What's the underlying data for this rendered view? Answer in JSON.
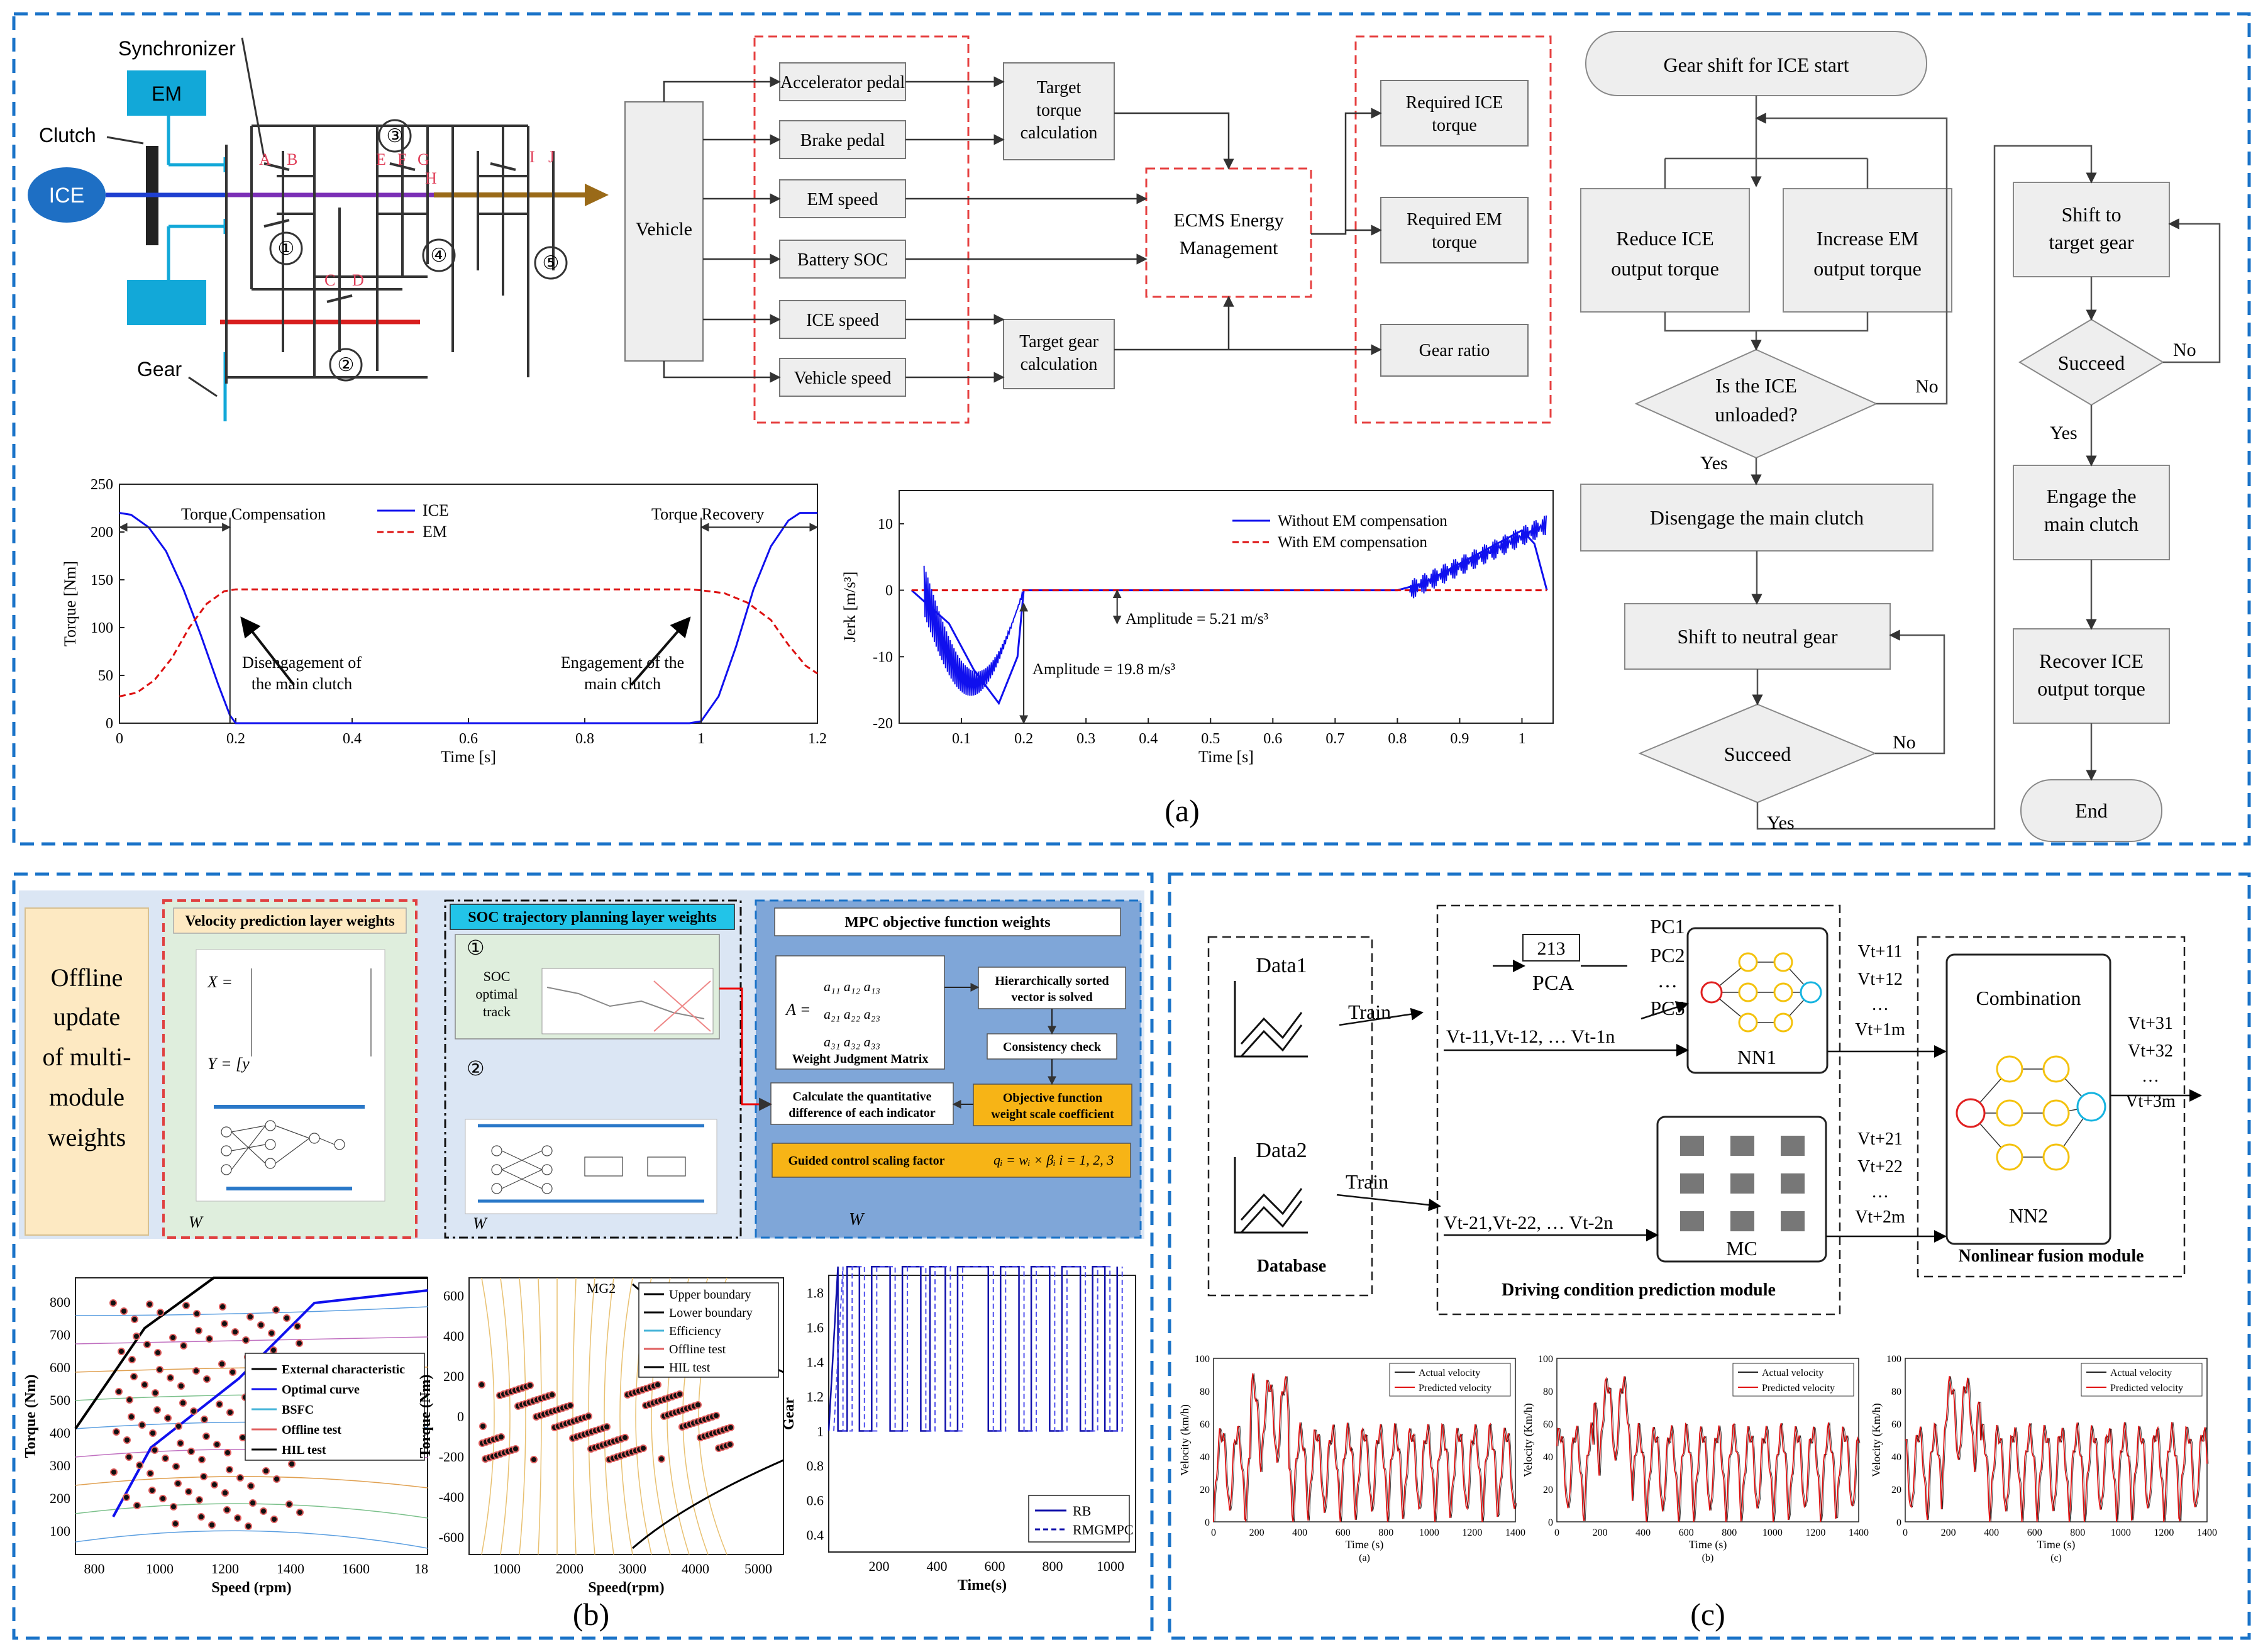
{
  "panel_a": {
    "label": "(a)",
    "powertrain": {
      "ice": "ICE",
      "em": "EM",
      "clutch": "Clutch",
      "synchronizer": "Synchronizer",
      "gear": "Gear",
      "sync_letters": [
        "A",
        "B",
        "C",
        "D",
        "E",
        "F",
        "G",
        "H",
        "I",
        "J"
      ],
      "gear_nums": [
        "①",
        "②",
        "③",
        "④",
        "⑤"
      ]
    },
    "ecms": {
      "vehicle": "Vehicle",
      "inputs": [
        "Accelerator pedal",
        "Brake pedal",
        "EM speed",
        "Battery SOC",
        "ICE speed",
        "Vehicle speed"
      ],
      "target_torque": [
        "Target",
        "torque",
        "calculation"
      ],
      "target_gear": [
        "Target gear",
        "calculation"
      ],
      "ecms_box": [
        "ECMS Energy",
        "Management"
      ],
      "outputs": [
        [
          "Required ICE",
          "torque"
        ],
        [
          "Required EM",
          "torque"
        ],
        [
          "Gear ratio"
        ]
      ]
    },
    "flowchart": {
      "start": "Gear shift for ICE start",
      "reduce": [
        "Reduce ICE",
        "output torque"
      ],
      "increase": [
        "Increase EM",
        "output torque"
      ],
      "unloaded": [
        "Is the ICE",
        "unloaded?"
      ],
      "disengage": "Disengage the main clutch",
      "neutral": "Shift to neutral gear",
      "succeed": "Succeed",
      "shift_target": [
        "Shift to",
        "target gear"
      ],
      "engage": [
        "Engage the",
        "main clutch"
      ],
      "recover": [
        "Recover ICE",
        "output torque"
      ],
      "end": "End",
      "yes": "Yes",
      "no": "No"
    }
  },
  "chart_data": [
    {
      "type": "line",
      "title": "",
      "xlabel": "Time [s]",
      "ylabel": "Torque [Nm]",
      "xlim": [
        0,
        1.2
      ],
      "ylim": [
        0,
        250
      ],
      "xticks": [
        "0",
        "0.2",
        "0.4",
        "0.6",
        "0.8",
        "1",
        "1.2"
      ],
      "yticks": [
        "0",
        "50",
        "100",
        "150",
        "200",
        "250"
      ],
      "series": [
        {
          "name": "ICE",
          "color": "#1010ee",
          "style": "solid",
          "x": [
            0,
            0.02,
            0.05,
            0.08,
            0.11,
            0.14,
            0.17,
            0.19,
            0.2,
            0.6,
            0.98,
            1.0,
            1.03,
            1.06,
            1.09,
            1.12,
            1.15,
            1.17,
            1.2
          ],
          "y": [
            220,
            218,
            205,
            180,
            140,
            92,
            40,
            8,
            0,
            0,
            0,
            2,
            28,
            80,
            140,
            185,
            212,
            220,
            220
          ]
        },
        {
          "name": "EM",
          "color": "#dd1111",
          "style": "dashed",
          "x": [
            0,
            0.03,
            0.06,
            0.09,
            0.12,
            0.15,
            0.18,
            0.2,
            0.6,
            0.98,
            1.0,
            1.04,
            1.08,
            1.12,
            1.15,
            1.18,
            1.2
          ],
          "y": [
            28,
            32,
            45,
            68,
            100,
            125,
            138,
            140,
            140,
            140,
            139,
            136,
            126,
            108,
            82,
            60,
            52
          ]
        }
      ],
      "annotations": [
        "Torque Compensation",
        "Torque Recovery",
        "Disengagement of",
        "the main clutch",
        "Engagement of the",
        "main clutch"
      ]
    },
    {
      "type": "line",
      "title": "",
      "xlabel": "Time [s]",
      "ylabel": "Jerk [m/s³]",
      "xlim": [
        0,
        1.05
      ],
      "ylim": [
        -20,
        15
      ],
      "xticks": [
        "0.1",
        "0.2",
        "0.3",
        "0.4",
        "0.5",
        "0.6",
        "0.7",
        "0.8",
        "0.9",
        "1"
      ],
      "yticks": [
        "-20",
        "-10",
        "0",
        "10"
      ],
      "series": [
        {
          "name": "Without EM compensation",
          "color": "#1010ee",
          "style": "solid",
          "x": [
            0.02,
            0.08,
            0.12,
            0.16,
            0.19,
            0.2,
            0.3,
            0.4,
            0.5,
            0.6,
            0.7,
            0.8,
            0.84,
            0.88,
            0.92,
            0.96,
            1.0,
            1.02,
            1.04
          ],
          "y": [
            0,
            -5,
            -12,
            -17,
            -10,
            0,
            0,
            0,
            0,
            0,
            0,
            0,
            1,
            3,
            5,
            7,
            9,
            7,
            0
          ]
        },
        {
          "name": "With EM compensation",
          "color": "#dd1111",
          "style": "dashed",
          "x": [
            0.02,
            1.04
          ],
          "y": [
            0,
            0
          ]
        }
      ],
      "annotations": [
        "Amplitude = 5.21 m/s³",
        "Amplitude = 19.8 m/s³"
      ]
    }
  ],
  "panel_b": {
    "label": "(b)",
    "offline": [
      "Offline",
      "update",
      "of multi-",
      "module",
      "weights"
    ],
    "velocity_title": "Velocity prediction layer weights",
    "soc_title": "SOC trajectory planning layer weights",
    "soc_step1": [
      "SOC",
      "optimal",
      "track"
    ],
    "mpc_title": "MPC objective function weights",
    "weight_matrix": "Weight Judgment Matrix",
    "hier": [
      "Hierarchically sorted",
      "vector is solved"
    ],
    "consistency": "Consistency check",
    "quant": [
      "Calculate the quantitative",
      "difference of each indicator"
    ],
    "objective": [
      "Objective function",
      "weight scale coefficient"
    ],
    "guided": "Guided control scaling factor",
    "map1_legend": [
      "External characteristic",
      "Optimal curve",
      "BSFC",
      "Offline test",
      "HIL test"
    ],
    "map1_xlabel": "Speed (rpm)",
    "map1_ylabel": "Torque (Nm)",
    "map1_xticks": [
      "800",
      "1000",
      "1200",
      "1400",
      "1600",
      "18"
    ],
    "map1_yticks": [
      "100",
      "200",
      "300",
      "400",
      "500",
      "600",
      "700",
      "800"
    ],
    "map2_title": "MG2",
    "map2_legend": [
      "Upper boundary",
      "Lower boundary",
      "Efficiency",
      "Offline test",
      "HIL test"
    ],
    "map2_xlabel": "Speed(rpm)",
    "map2_ylabel": "Torque (Nm)",
    "map2_xticks": [
      "1000",
      "2000",
      "3000",
      "4000",
      "5000"
    ],
    "map2_yticks": [
      "-600",
      "-400",
      "-200",
      "0",
      "200",
      "400",
      "600"
    ],
    "gear_ylabel": "Gear",
    "gear_xlabel": "Time(s)",
    "gear_xticks": [
      "200",
      "400",
      "600",
      "800",
      "1000"
    ],
    "gear_yticks": [
      "0.4",
      "0.6",
      "0.8",
      "1",
      "1.2",
      "1.4",
      "1.6",
      "1.8"
    ],
    "gear_legend": [
      "RB",
      "RMGMPC"
    ]
  },
  "panel_c": {
    "label": "(c)",
    "data1": "Data1",
    "data2": "Data2",
    "train": "Train",
    "database": "Database",
    "pca": "PCA",
    "pcs": [
      "PC1",
      "PC2",
      "…",
      "PC5"
    ],
    "nn1": "NN1",
    "nn2": "NN2",
    "mc": "MC",
    "combination": "Combination",
    "driving_module": "Driving condition prediction module",
    "fusion_module": "Nonlinear fusion module",
    "v_in1": "Vt-11,Vt-12, … Vt-1n",
    "v_in2": "Vt-21,Vt-22, … Vt-2n",
    "v_out1": [
      "Vt+11",
      "Vt+12",
      "…",
      "Vt+1m"
    ],
    "v_out2": [
      "Vt+21",
      "Vt+22",
      "…",
      "Vt+2m"
    ],
    "v_out3": [
      "Vt+31",
      "Vt+32",
      "…",
      "Vt+3m"
    ],
    "vel_legend": [
      "Actual velocity",
      "Predicted velocity"
    ],
    "vel_ylabels": [
      "Velocity (km/h)",
      "Velocity (Km/h)",
      "Velocity (Km/h)"
    ],
    "vel_xlabel": "Time (s)",
    "vel_sub": [
      "(a)",
      "(b)",
      "(c)"
    ],
    "vel_xticks": [
      "0",
      "200",
      "400",
      "600",
      "800",
      "1000",
      "1200",
      "1400"
    ],
    "vel_yticks": [
      "0",
      "20",
      "40",
      "60",
      "80",
      "100"
    ]
  },
  "colors": {
    "frame_blue": "#1a73c8",
    "red_dash": "#e64040",
    "ice_blue": "#1e6fc4",
    "em_cyan": "#12a8d8"
  }
}
